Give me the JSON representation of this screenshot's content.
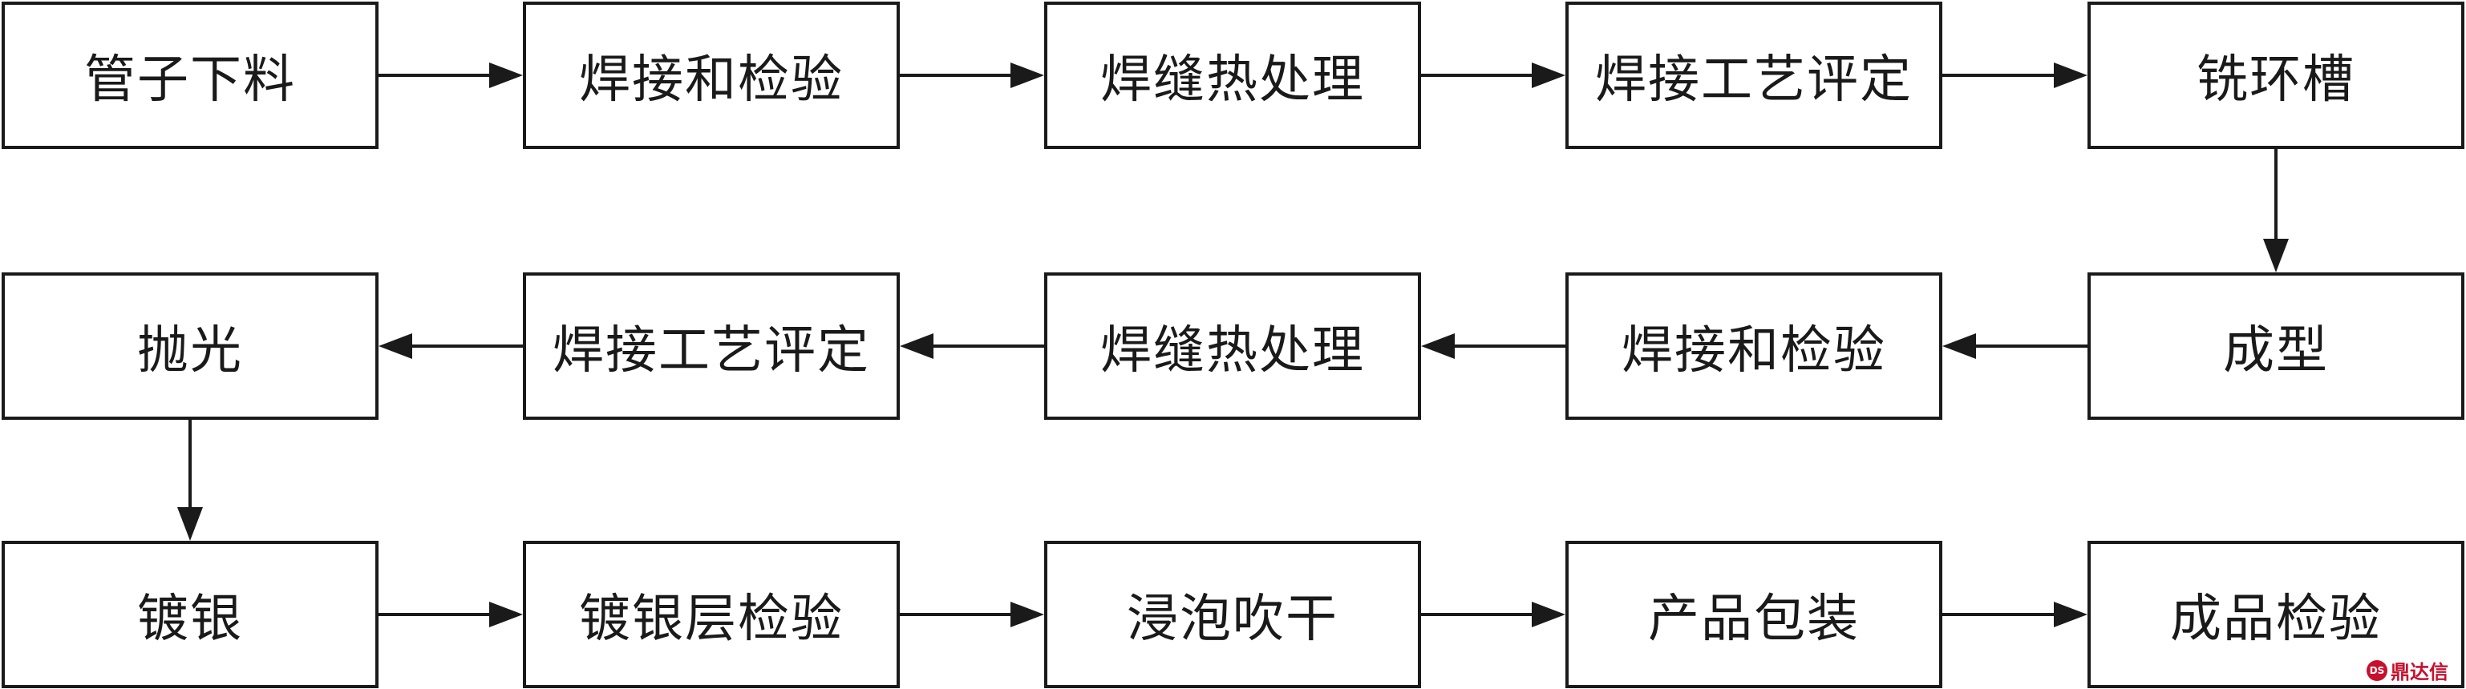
{
  "steps": [
    "管子下料",
    "焊接和检验",
    "焊缝热处理",
    "焊接工艺评定",
    "铣环槽",
    "成型",
    "焊接和检验",
    "焊缝热处理",
    "焊接工艺评定",
    "抛光",
    "镀银",
    "镀银层检验",
    "浸泡吹干",
    "产品包装",
    "成品检验"
  ],
  "watermark": {
    "text": "鼎达信",
    "logo": "DS"
  }
}
